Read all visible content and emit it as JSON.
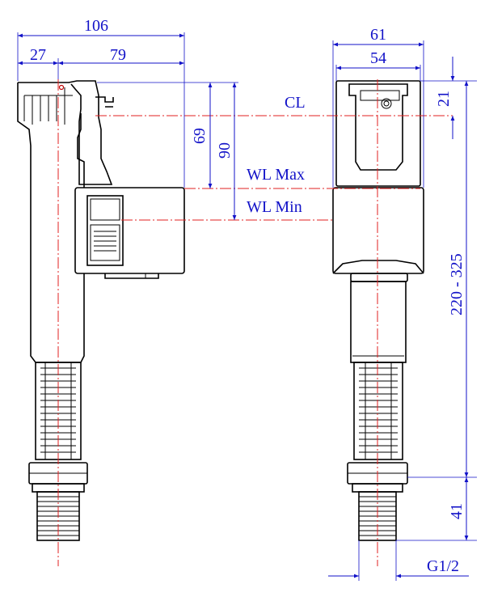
{
  "dimensions": {
    "overall_width_left": "106",
    "offset_left": "27",
    "width_79": "79",
    "width_61": "61",
    "width_54": "54",
    "top_to_cl": "21",
    "h_69": "69",
    "h_90": "90",
    "adjustable_height": "220 - 325",
    "thread_length": "41",
    "thread_size": "G1/2"
  },
  "labels": {
    "center_line": "CL",
    "water_level_max": "WL Max",
    "water_level_min": "WL Min"
  },
  "colors": {
    "dimension": "#1212c8",
    "centerline": "#e02020",
    "outline": "#000000"
  }
}
